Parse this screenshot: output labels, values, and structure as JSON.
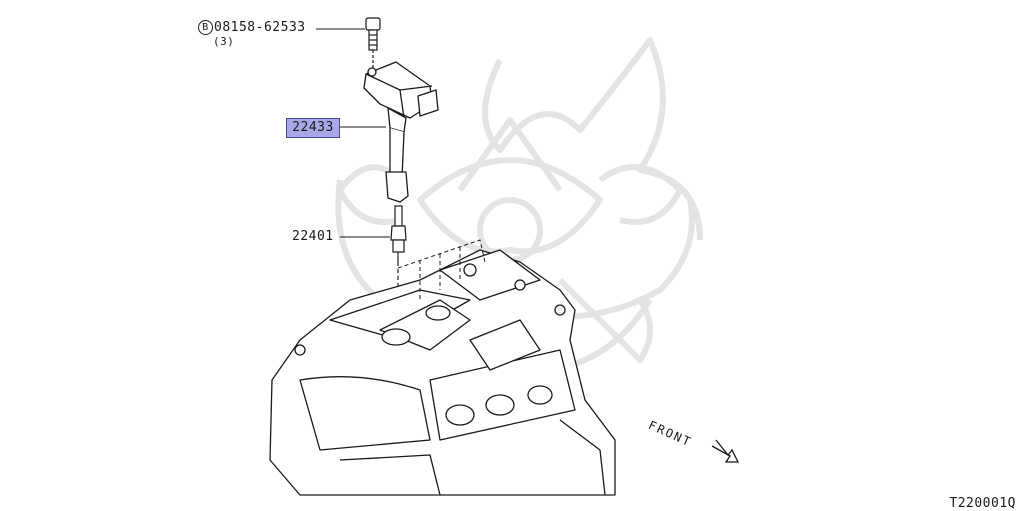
{
  "callouts": {
    "bolt": {
      "prefix": "B",
      "part_number": "08158-62533",
      "quantity": "(3)"
    },
    "ignition_coil": {
      "part_number": "22433",
      "highlighted": true,
      "highlight_color": "#a8a8e8"
    },
    "spark_plug": {
      "part_number": "22401"
    }
  },
  "direction_label": "FRONT",
  "diagram_code": "T220001Q"
}
